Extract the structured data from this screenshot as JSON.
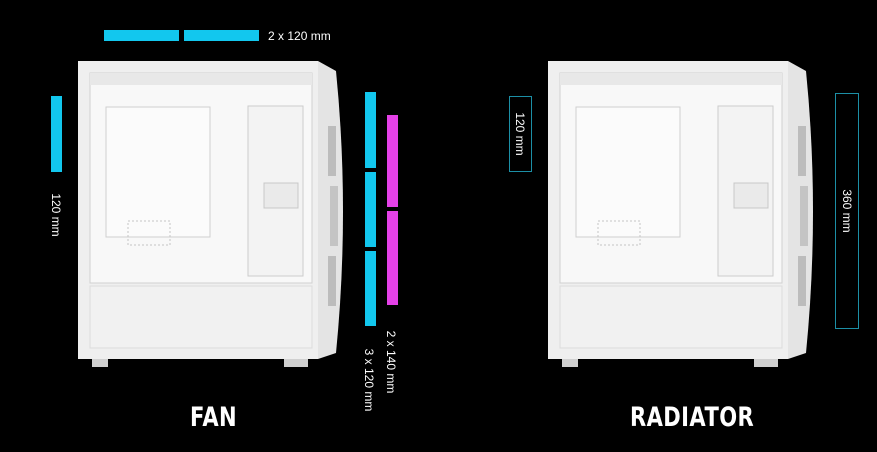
{
  "fan": {
    "heading": "FAN",
    "top_label": "2 x 120 mm",
    "rear_label": "120 mm",
    "front_label_140": "2 x 140 mm",
    "front_label_120": "3 x 120 mm"
  },
  "radiator": {
    "heading": "RADIATOR",
    "rear_label": "120 mm",
    "front_label": "360 mm"
  },
  "colors": {
    "cyan": "#12c7ee",
    "magenta": "#e541e8",
    "outline": "#1c8fa6",
    "case": "#f2f2f2"
  }
}
